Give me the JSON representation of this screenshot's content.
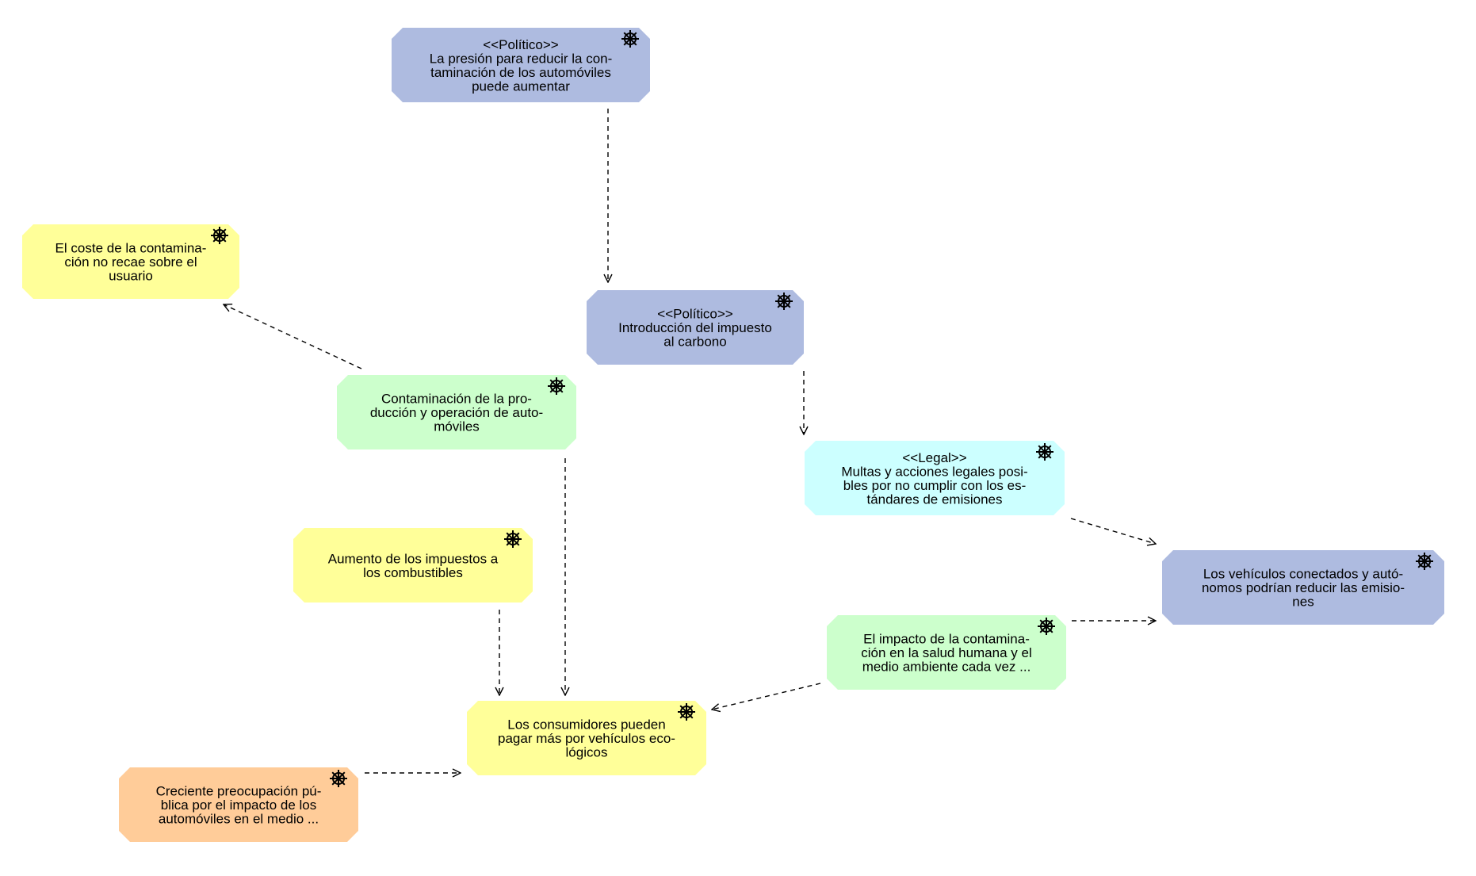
{
  "diagram": {
    "nodes": [
      {
        "id": "n1",
        "color": "#aebbe0",
        "lines": [
          "<<Político>>",
          "La presión para reducir la con-",
          "taminación de los automóviles",
          "puede aumentar"
        ]
      },
      {
        "id": "n2",
        "color": "#ffff99",
        "lines": [
          "El coste de la contamina-",
          "ción no recae sobre el",
          "usuario"
        ]
      },
      {
        "id": "n3",
        "color": "#aebbe0",
        "lines": [
          "<<Político>>",
          "Introducción del impuesto",
          "al carbono"
        ]
      },
      {
        "id": "n4",
        "color": "#ccffcc",
        "lines": [
          "Contaminación de la pro-",
          "ducción y operación de auto-",
          "móviles"
        ]
      },
      {
        "id": "n5",
        "color": "#ccffff",
        "lines": [
          "<<Legal>>",
          "Multas y acciones legales posi-",
          "bles por no cumplir con los es-",
          "tándares de emisiones"
        ]
      },
      {
        "id": "n6",
        "color": "#ffff99",
        "lines": [
          "Aumento de los impuestos a",
          "los combustibles"
        ]
      },
      {
        "id": "n7",
        "color": "#aebbe0",
        "lines": [
          "Los vehículos conectados y autó-",
          "nomos podrían reducir las emisio-",
          "nes"
        ]
      },
      {
        "id": "n8",
        "color": "#ccffcc",
        "lines": [
          "El impacto de la contamina-",
          "ción en la salud humana y el",
          "medio ambiente cada vez ..."
        ]
      },
      {
        "id": "n9",
        "color": "#ffff99",
        "lines": [
          "Los consumidores pueden",
          "pagar más por vehículos eco-",
          "lógicos"
        ]
      },
      {
        "id": "n10",
        "color": "#ffcc99",
        "lines": [
          "Creciente preocupación pú-",
          "blica por el impacto de los",
          "automóviles en el medio ..."
        ]
      }
    ],
    "edges": [
      {
        "from": "n1",
        "to": "n3"
      },
      {
        "from": "n4",
        "to": "n2"
      },
      {
        "from": "n3",
        "to": "n5"
      },
      {
        "from": "n5",
        "to": "n7"
      },
      {
        "from": "n8",
        "to": "n7"
      },
      {
        "from": "n4",
        "to": "n9"
      },
      {
        "from": "n6",
        "to": "n9"
      },
      {
        "from": "n8",
        "to": "n9"
      },
      {
        "from": "n10",
        "to": "n9"
      }
    ],
    "icon": "wheel-icon"
  }
}
